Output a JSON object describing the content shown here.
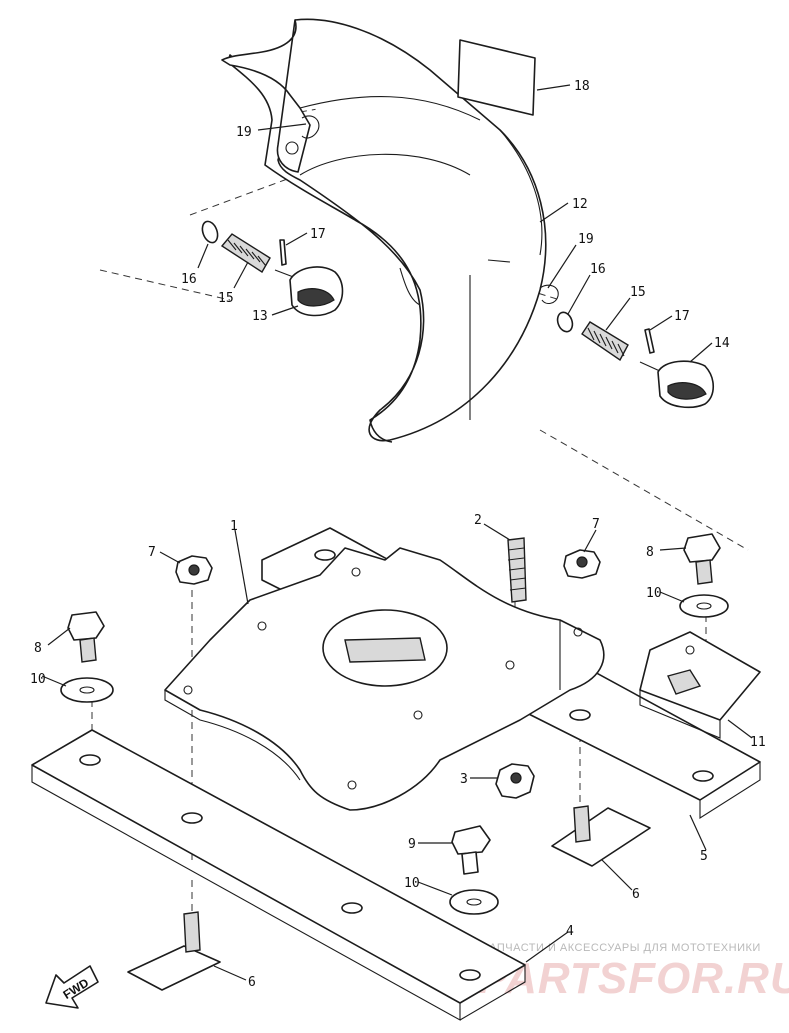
{
  "callouts": {
    "c1": "1",
    "c2": "2",
    "c3": "3",
    "c4": "4",
    "c5": "5",
    "c6a": "6",
    "c6b": "6",
    "c7a": "7",
    "c7b": "7",
    "c8a": "8",
    "c8b": "8",
    "c9": "9",
    "c10a": "10",
    "c10b": "10",
    "c10c": "10",
    "c11": "11",
    "c12": "12",
    "c13": "13",
    "c14": "14",
    "c15a": "15",
    "c15b": "15",
    "c16a": "16",
    "c16b": "16",
    "c17a": "17",
    "c17b": "17",
    "c18": "18",
    "c19a": "19",
    "c19b": "19"
  },
  "direction_marker": "FWD",
  "watermark": {
    "tagline": "ЗАПЧАСТИ И АКСЕССУАРЫ ДЛЯ МОТОТЕХНИКИ",
    "brand": "PARTSFOR.RU"
  },
  "colors": {
    "line": "#1c1c1c",
    "watermark_tagline": "#b9b9b9",
    "watermark_brand": "#f2d2d2"
  }
}
